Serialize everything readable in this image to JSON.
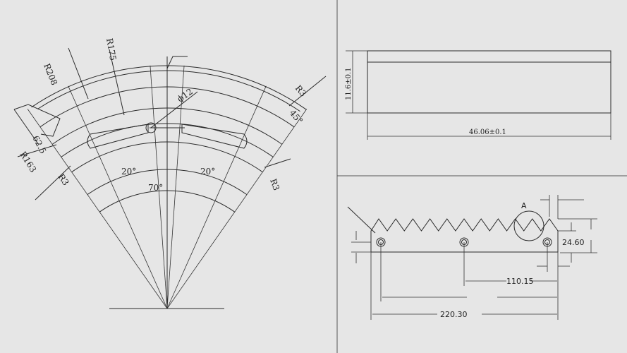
{
  "fan_drawing": {
    "labels": {
      "r208": "R208",
      "r175": "R175",
      "r163": "R163",
      "d62_5": "62.5",
      "phi12": "ϕ12",
      "r3_top": "R3",
      "deg45": "45°",
      "r3_left": "R3",
      "r3_right": "R3",
      "deg20_left": "20°",
      "deg20_right": "20°",
      "deg70": "70°"
    }
  },
  "bar_drawing": {
    "height_dim": "11.6±0.1",
    "width_dim": "46.06±0.1"
  },
  "rack_drawing": {
    "detail_label": "A",
    "dim_height": "24.60",
    "dim_hole_spacing": "110.15",
    "dim_total": "220.30"
  }
}
